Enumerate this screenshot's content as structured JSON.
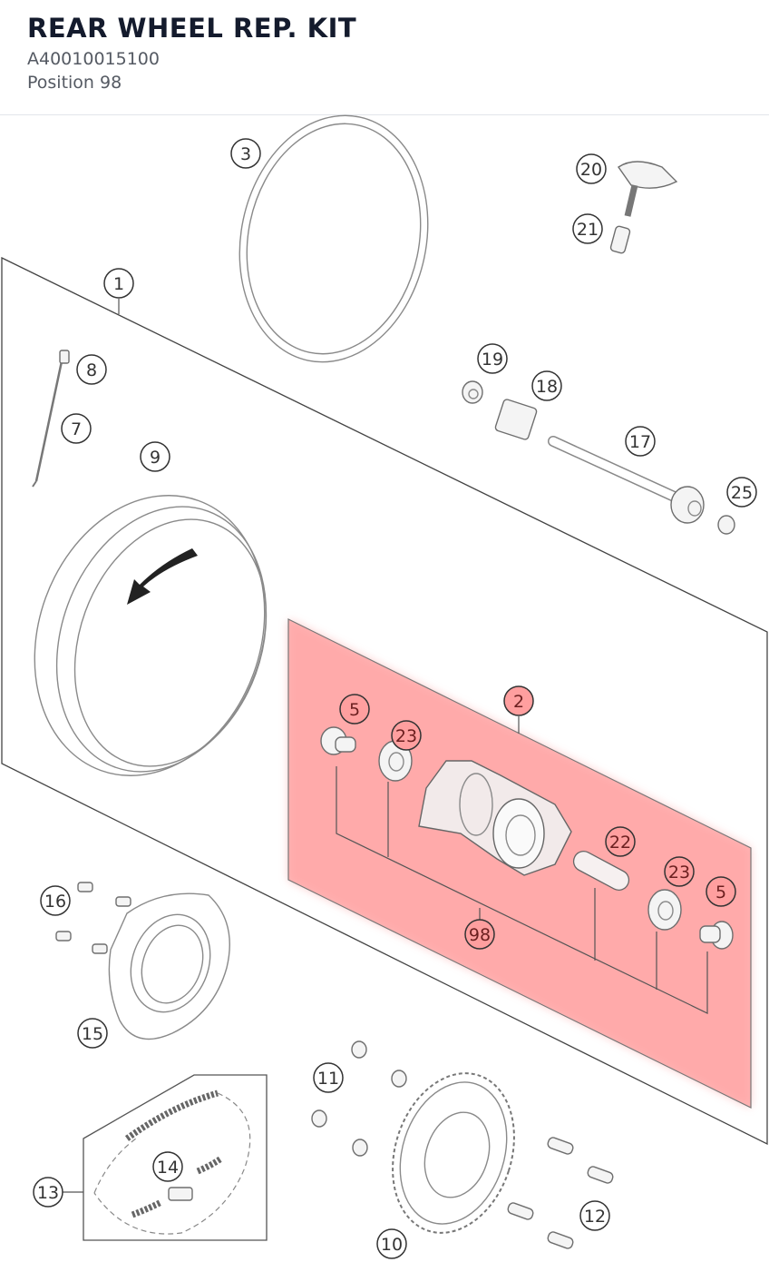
{
  "header": {
    "title": "REAR WHEEL REP. KIT",
    "part_number": "A40010015100",
    "position": "Position 98"
  },
  "highlight_color": "#ff9f9f",
  "callouts": [
    {
      "id": "c1",
      "label": "1"
    },
    {
      "id": "c2",
      "label": "2"
    },
    {
      "id": "c3",
      "label": "3"
    },
    {
      "id": "c5a",
      "label": "5"
    },
    {
      "id": "c5b",
      "label": "5"
    },
    {
      "id": "c7",
      "label": "7"
    },
    {
      "id": "c8",
      "label": "8"
    },
    {
      "id": "c9",
      "label": "9"
    },
    {
      "id": "c10",
      "label": "10"
    },
    {
      "id": "c11",
      "label": "11"
    },
    {
      "id": "c12",
      "label": "12"
    },
    {
      "id": "c13",
      "label": "13"
    },
    {
      "id": "c14",
      "label": "14"
    },
    {
      "id": "c15",
      "label": "15"
    },
    {
      "id": "c16",
      "label": "16"
    },
    {
      "id": "c17",
      "label": "17"
    },
    {
      "id": "c18",
      "label": "18"
    },
    {
      "id": "c19",
      "label": "19"
    },
    {
      "id": "c20",
      "label": "20"
    },
    {
      "id": "c21",
      "label": "21"
    },
    {
      "id": "c22",
      "label": "22"
    },
    {
      "id": "c23a",
      "label": "23"
    },
    {
      "id": "c23b",
      "label": "23"
    },
    {
      "id": "c25",
      "label": "25"
    },
    {
      "id": "c98",
      "label": "98"
    }
  ]
}
